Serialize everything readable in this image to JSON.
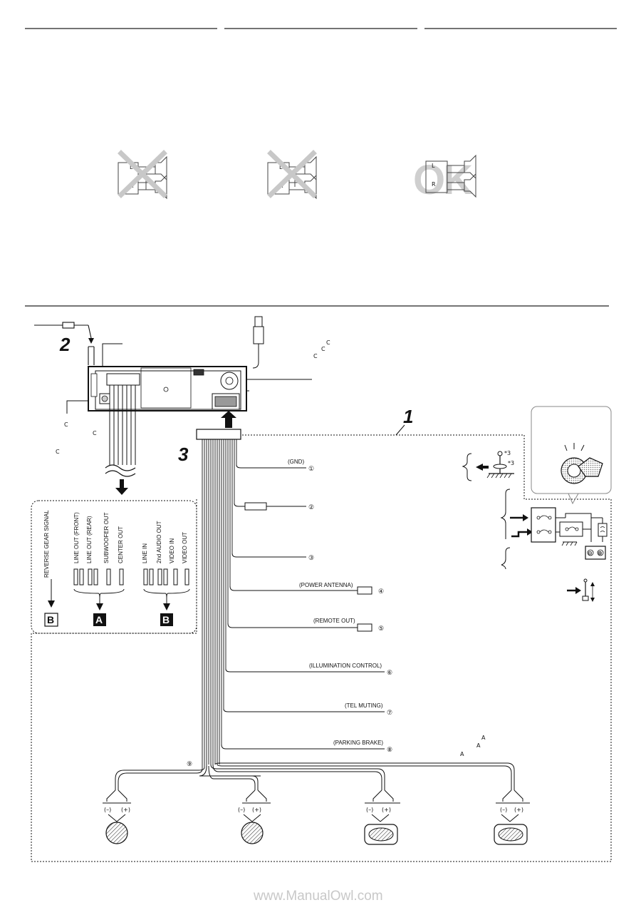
{
  "step_numbers": {
    "one": "1",
    "two": "2",
    "three": "3"
  },
  "ok_mark": "OK",
  "speaker_example_labels": {
    "left": "L",
    "right": "R"
  },
  "connector_groups": {
    "reverse": {
      "label": "REVERSE GEAR SIGNAL",
      "target": "B"
    },
    "group_a": {
      "labels": [
        "LINE OUT (FRONT)",
        "LINE OUT (REAR)",
        "SUBWOOFER OUT",
        "CENTER OUT"
      ],
      "target": "A"
    },
    "group_b": {
      "labels": [
        "LINE IN",
        "2nd AUDIO OUT",
        "VIDEO IN",
        "VIDEO OUT"
      ],
      "target": "B"
    }
  },
  "leads": [
    {
      "number": "①",
      "label": "(GND)"
    },
    {
      "number": "②",
      "label": ""
    },
    {
      "number": "③",
      "label": ""
    },
    {
      "number": "④",
      "label": "(POWER ANTENNA)"
    },
    {
      "number": "⑤",
      "label": "(REMOTE OUT)"
    },
    {
      "number": "⑥",
      "label": "(ILLUMINATION CONTROL)"
    },
    {
      "number": "⑦",
      "label": "(TEL MUTING)"
    },
    {
      "number": "⑧",
      "label": "(PARKING BRAKE)"
    }
  ],
  "speaker_lead_number": "⑨",
  "footnote_marks": {
    "star3": "*3"
  },
  "polarity": {
    "neg": "(–)",
    "pos": "(+)"
  },
  "battery_terminals": {
    "neg": "⊖",
    "pos": "⊕"
  },
  "ref_marks": {
    "c": "C",
    "a": "A"
  },
  "watermark": "www.ManualOwl.com"
}
